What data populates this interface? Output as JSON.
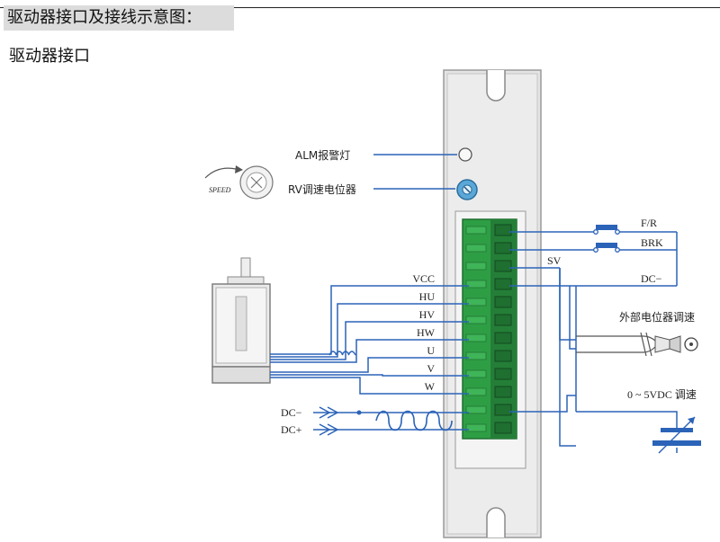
{
  "doc": {
    "section_heading": "驱动器接口及接线示意图：",
    "sub_heading": "驱动器接口"
  },
  "driver": {
    "alm_label": "ALM报警灯",
    "rv_label": "RV调速电位器",
    "speed_knob_text": "SPEED"
  },
  "terminals": [
    "VCC",
    "HU",
    "HV",
    "HW",
    "U",
    "V",
    "W"
  ],
  "power": [
    "DC−",
    "DC+"
  ],
  "right_side": {
    "fr": "F/R",
    "brk": "BRK",
    "sv": "SV",
    "dcm": "DC−",
    "ext_pot": "外部电位器调速",
    "volt_speed": "0 ~ 5VDC 调速"
  },
  "colors": {
    "wire": "#2b63b8",
    "terminal_green": "#2e9e45",
    "terminal_dark": "#1f6f30",
    "housing": "#e2e2e2"
  }
}
